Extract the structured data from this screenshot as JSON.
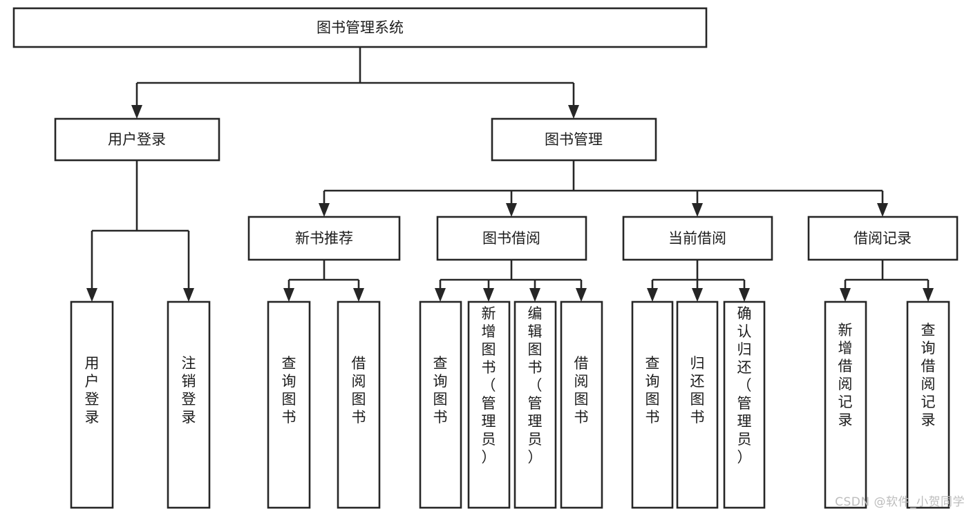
{
  "diagram": {
    "type": "tree",
    "title": "图书管理系统",
    "root": {
      "id": "root",
      "label": "图书管理系统",
      "orientation": "horizontal"
    },
    "level1": [
      {
        "id": "user-login",
        "label": "用户登录",
        "orientation": "horizontal"
      },
      {
        "id": "book-manage",
        "label": "图书管理",
        "orientation": "horizontal"
      }
    ],
    "level2": [
      {
        "id": "new-book-recommend",
        "label": "新书推荐",
        "parent": "book-manage",
        "orientation": "horizontal"
      },
      {
        "id": "book-borrow",
        "label": "图书借阅",
        "parent": "book-manage",
        "orientation": "horizontal"
      },
      {
        "id": "current-borrow",
        "label": "当前借阅",
        "parent": "book-manage",
        "orientation": "horizontal"
      },
      {
        "id": "borrow-record",
        "label": "借阅记录",
        "parent": "book-manage",
        "orientation": "horizontal"
      }
    ],
    "leaves": [
      {
        "id": "leaf-user-login",
        "label": "用户登录",
        "parent": "user-login",
        "orientation": "vertical"
      },
      {
        "id": "leaf-user-logout",
        "label": "注销登录",
        "parent": "user-login",
        "orientation": "vertical"
      },
      {
        "id": "leaf-query-book-1",
        "label": "查询图书",
        "parent": "new-book-recommend",
        "orientation": "vertical"
      },
      {
        "id": "leaf-borrow-book-1",
        "label": "借阅图书",
        "parent": "new-book-recommend",
        "orientation": "vertical"
      },
      {
        "id": "leaf-query-book-2",
        "label": "查询图书",
        "parent": "book-borrow",
        "orientation": "vertical"
      },
      {
        "id": "leaf-add-book",
        "label": "新增图书（管理员）",
        "parent": "book-borrow",
        "orientation": "vertical"
      },
      {
        "id": "leaf-edit-book",
        "label": "编辑图书（管理员）",
        "parent": "book-borrow",
        "orientation": "vertical"
      },
      {
        "id": "leaf-borrow-book-2",
        "label": "借阅图书",
        "parent": "book-borrow",
        "orientation": "vertical"
      },
      {
        "id": "leaf-query-book-3",
        "label": "查询图书",
        "parent": "current-borrow",
        "orientation": "vertical"
      },
      {
        "id": "leaf-return-book",
        "label": "归还图书",
        "parent": "current-borrow",
        "orientation": "vertical"
      },
      {
        "id": "leaf-confirm-return",
        "label": "确认归还（管理员）",
        "parent": "current-borrow",
        "orientation": "vertical"
      },
      {
        "id": "leaf-add-record",
        "label": "新增借阅记录",
        "parent": "borrow-record",
        "orientation": "vertical"
      },
      {
        "id": "leaf-query-record",
        "label": "查询借阅记录",
        "parent": "borrow-record",
        "orientation": "vertical"
      }
    ],
    "colors": {
      "stroke": "#262626",
      "fill": "#ffffff",
      "text": "#1c1c1c",
      "watermark": "#bdbdbd",
      "background": "#ffffff"
    }
  },
  "watermark": {
    "text": "CSDN @软件_小贺同学"
  }
}
